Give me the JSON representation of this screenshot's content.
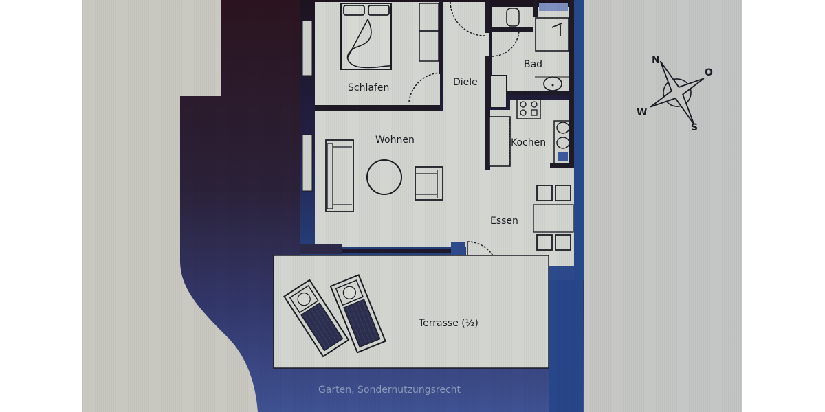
{
  "plan": {
    "rooms": [
      {
        "id": "schlafen",
        "label": "Schlafen"
      },
      {
        "id": "diele",
        "label": "Diele"
      },
      {
        "id": "bad",
        "label": "Bad"
      },
      {
        "id": "wohnen",
        "label": "Wohnen"
      },
      {
        "id": "kochen",
        "label": "Kochen"
      },
      {
        "id": "essen",
        "label": "Essen"
      },
      {
        "id": "terrasse",
        "label": "Terrasse (½)"
      }
    ],
    "garden_label": "Garten, Sondernutzungsrecht",
    "compass": {
      "n": "N",
      "o": "O",
      "s": "S",
      "w": "W"
    },
    "colors": {
      "background_paper": "#c9c8c0",
      "outer_area_dark": "#2a1a2c",
      "outer_area_blue": "#3c4a86",
      "wall_blue": "#2a4a8c",
      "floor": "#d2d4d0",
      "line": "#1c1c24"
    }
  }
}
